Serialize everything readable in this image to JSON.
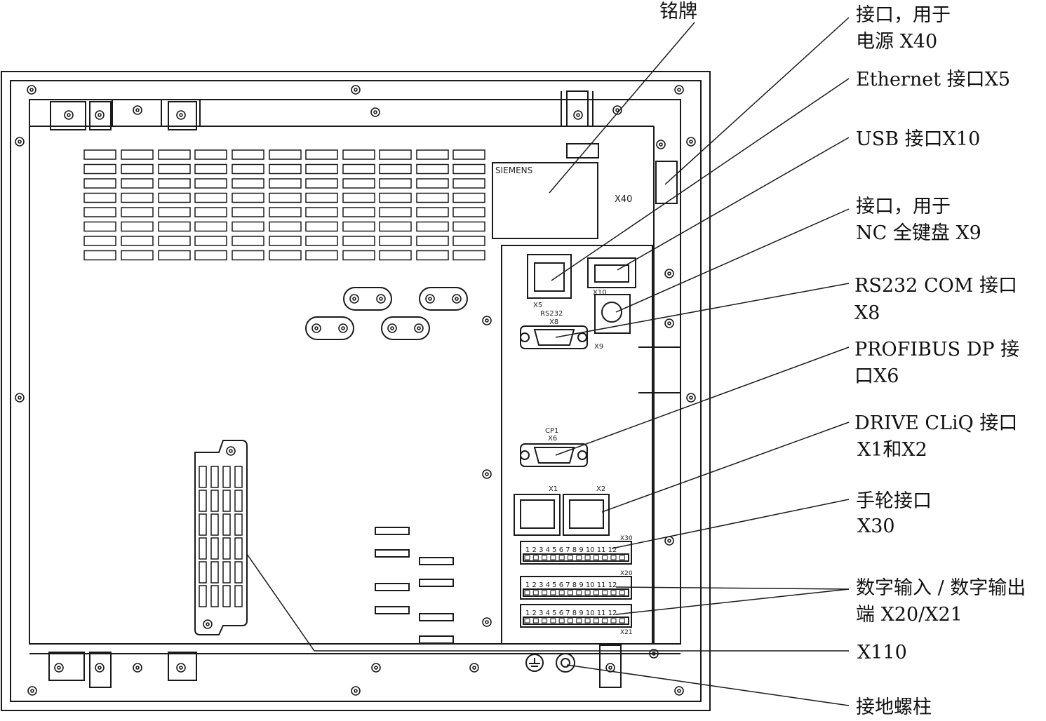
{
  "callouts": {
    "nameplate": "铭牌",
    "power_x40_line1": "接口，用于",
    "power_x40_line2": "电源 X40",
    "ethernet_x5": "Ethernet 接口X5",
    "usb_x10": "USB 接口X10",
    "nc_kb_x9_line1": "接口，用于",
    "nc_kb_x9_line2": "NC 全键盘 X9",
    "rs232_x8_line1": "RS232 COM 接口",
    "rs232_x8_line2": "X8",
    "profibus_x6_line1": "PROFIBUS  DP 接",
    "profibus_x6_line2": "口X6",
    "drivecliq_line1": "DRIVE  CLiQ 接口",
    "drivecliq_line2": "X1和X2",
    "handwheel_line1": "手轮接口",
    "handwheel_line2": "X30",
    "dio_line1": "数字输入 / 数字输出",
    "dio_line2": "端 X20/X21",
    "x110": "X110",
    "ground": "接地螺柱"
  },
  "device_labels": {
    "brand": "SIEMENS",
    "x40": "X40",
    "x5": "X5",
    "rs232": "RS232",
    "x8": "X8",
    "x10": "X10",
    "x9": "X9",
    "cp1": "CP1",
    "x6": "X6",
    "x1": "X1",
    "x2": "X2",
    "x30": "X30",
    "x20": "X20",
    "x21": "X21",
    "pin_numbers": "1 2 3 4 5 6 7 8 9 10 11 12"
  }
}
